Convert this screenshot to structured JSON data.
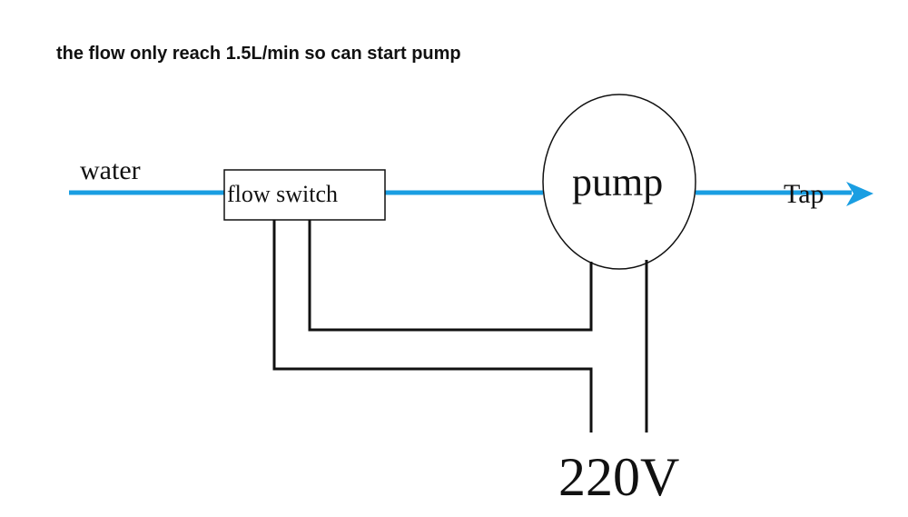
{
  "caption": "the flow only reach 1.5L/min so can start pump",
  "labels": {
    "water": "water",
    "flow_switch": "flow switch",
    "pump": "pump",
    "tap": "Tap",
    "voltage": "220V"
  },
  "colors": {
    "pipe": "#1a9ee2",
    "wire": "#111111",
    "background": "#ffffff"
  }
}
